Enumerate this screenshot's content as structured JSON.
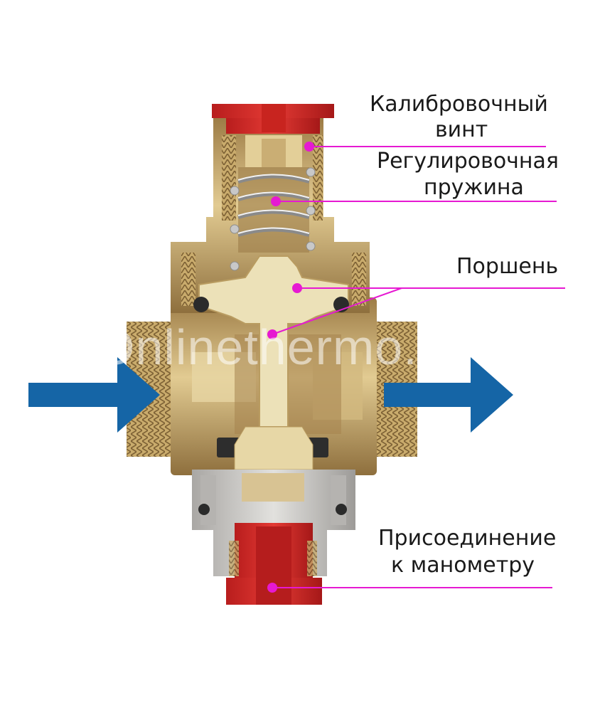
{
  "labels": {
    "calibration_screw": [
      "Калибровочный",
      "винт"
    ],
    "regulating_spring": [
      "Регулировочная",
      "пружина"
    ],
    "piston": "Поршень",
    "gauge_connection": [
      "Присоединение",
      "к манометру"
    ]
  },
  "watermark": "Onlinethermo.ru",
  "colors": {
    "brass": "#d8c28c",
    "brass_dark": "#a8895a",
    "red": "#d42a2a",
    "gray": "#c9c8c6",
    "arrow": "#1565a6",
    "pointer": "#e619d2"
  }
}
